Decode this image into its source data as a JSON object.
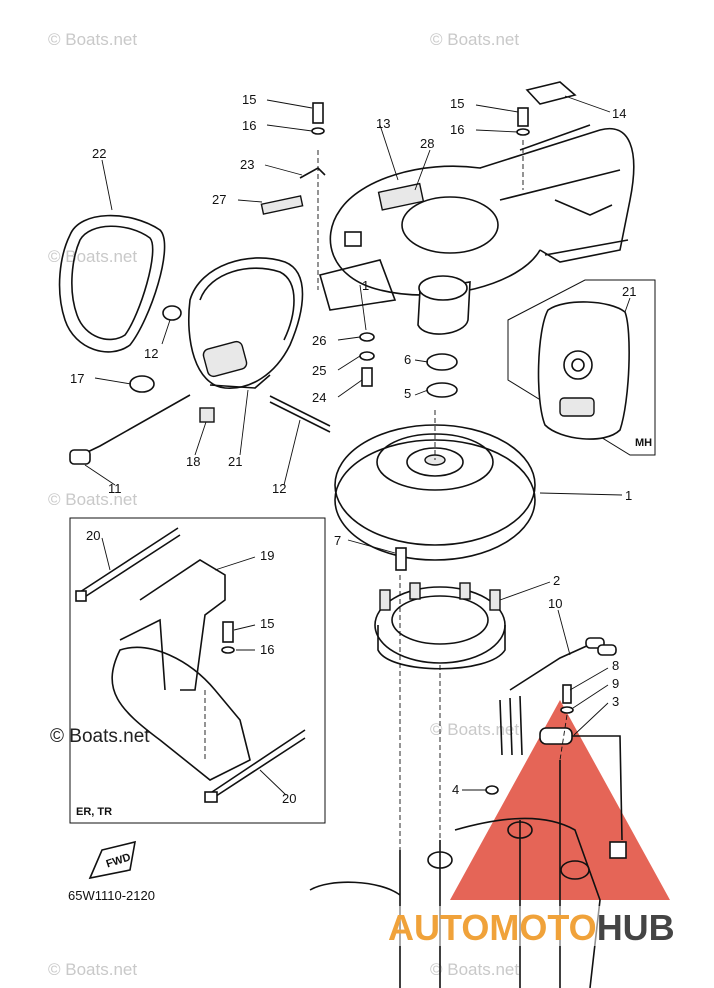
{
  "watermark_text": "© Boats.net",
  "watermark_main_text": "© Boats.net",
  "diagram_code": "65W1110-2120",
  "fwd_label": "FWD",
  "inset_mh_label": "MH",
  "inset_ertr_label": "ER, TR",
  "logo": {
    "part1": "AUTO",
    "part2": "MOTO",
    "part3": "HUB",
    "color_orange": "#f0a23a",
    "color_dark": "#444444",
    "triangle_color": "#e04a3a"
  },
  "callouts": {
    "c1": "1",
    "c1b": "1",
    "c2": "2",
    "c3": "3",
    "c4": "4",
    "c5": "5",
    "c6": "6",
    "c7": "7",
    "c8": "8",
    "c9": "9",
    "c10": "10",
    "c11": "11",
    "c12a": "12",
    "c12b": "12",
    "c13": "13",
    "c14": "14",
    "c15a": "15",
    "c15b": "15",
    "c15c": "15",
    "c16a": "16",
    "c16b": "16",
    "c16c": "16",
    "c17": "17",
    "c18": "18",
    "c19": "19",
    "c20a": "20",
    "c20b": "20",
    "c21a": "21",
    "c21b": "21",
    "c22": "22",
    "c23": "23",
    "c24": "24",
    "c25": "25",
    "c26": "26",
    "c27": "27",
    "c28": "28"
  }
}
